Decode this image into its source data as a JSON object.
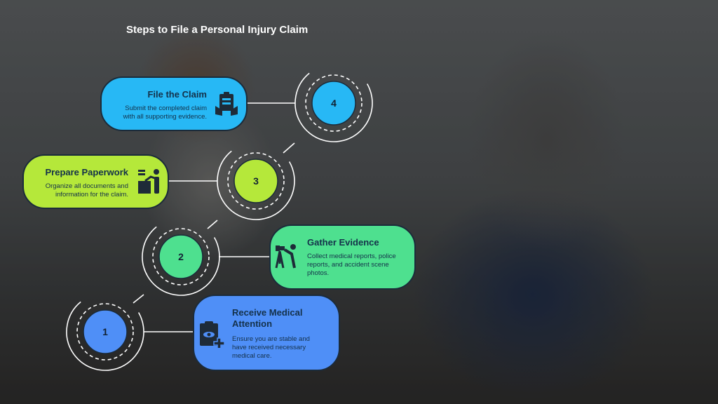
{
  "title": "Steps to File a Personal Injury Claim",
  "colors": {
    "step1": "#4f8ff7",
    "step2": "#4ee08f",
    "step3": "#b5e83a",
    "step4": "#27b8f5"
  },
  "steps": [
    {
      "number": "1",
      "title": "Receive Medical Attention",
      "description": "Ensure you are stable and have received necessary medical care.",
      "icon": "clipboard-medical-icon"
    },
    {
      "number": "2",
      "title": "Gather Evidence",
      "description": "Collect medical reports, police reports, and accident scene photos.",
      "icon": "photographer-camera-icon"
    },
    {
      "number": "3",
      "title": "Prepare Paperwork",
      "description": "Organize all documents and information for the claim.",
      "icon": "person-at-desk-icon"
    },
    {
      "number": "4",
      "title": "File the Claim",
      "description": "Submit the completed claim with all supporting evidence.",
      "icon": "hands-holding-document-icon"
    }
  ]
}
